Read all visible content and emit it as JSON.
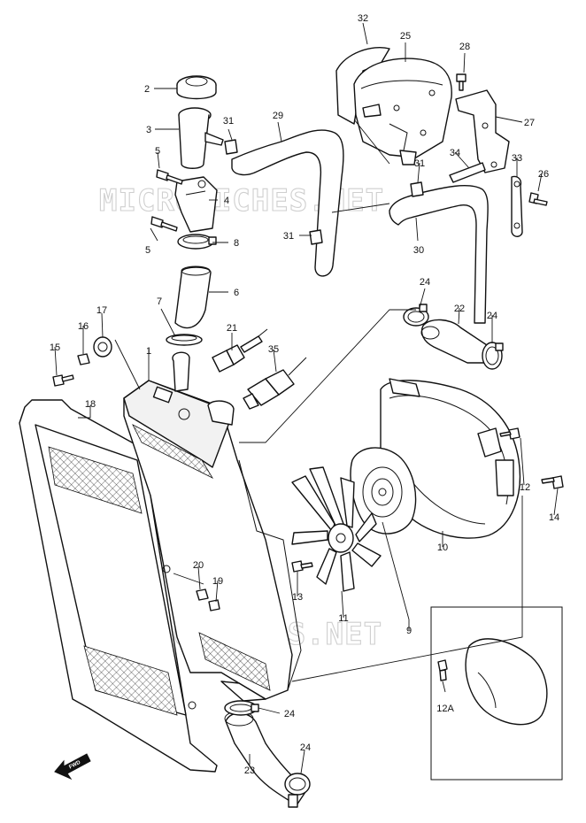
{
  "watermark": "MICROFICHES.NET",
  "direction_label": "FWD",
  "parts": {
    "p1": "1",
    "p2": "2",
    "p3": "3",
    "p4": "4",
    "p5a": "5",
    "p5b": "5",
    "p6": "6",
    "p7": "7",
    "p8": "8",
    "p9": "9",
    "p10": "10",
    "p11": "11",
    "p12": "12",
    "p12a": "12A",
    "p13": "13",
    "p14": "14",
    "p15": "15",
    "p16": "16",
    "p17": "17",
    "p18": "18",
    "p19": "19",
    "p20": "20",
    "p21": "21",
    "p22": "22",
    "p23": "23",
    "p24a": "24",
    "p24b": "24",
    "p24c": "24",
    "p24d": "24",
    "p25": "25",
    "p26": "26",
    "p27": "27",
    "p28": "28",
    "p29": "29",
    "p30": "30",
    "p31a": "31",
    "p31b": "31",
    "p31c": "31",
    "p32": "32",
    "p33": "33",
    "p34": "34",
    "p35": "35"
  }
}
